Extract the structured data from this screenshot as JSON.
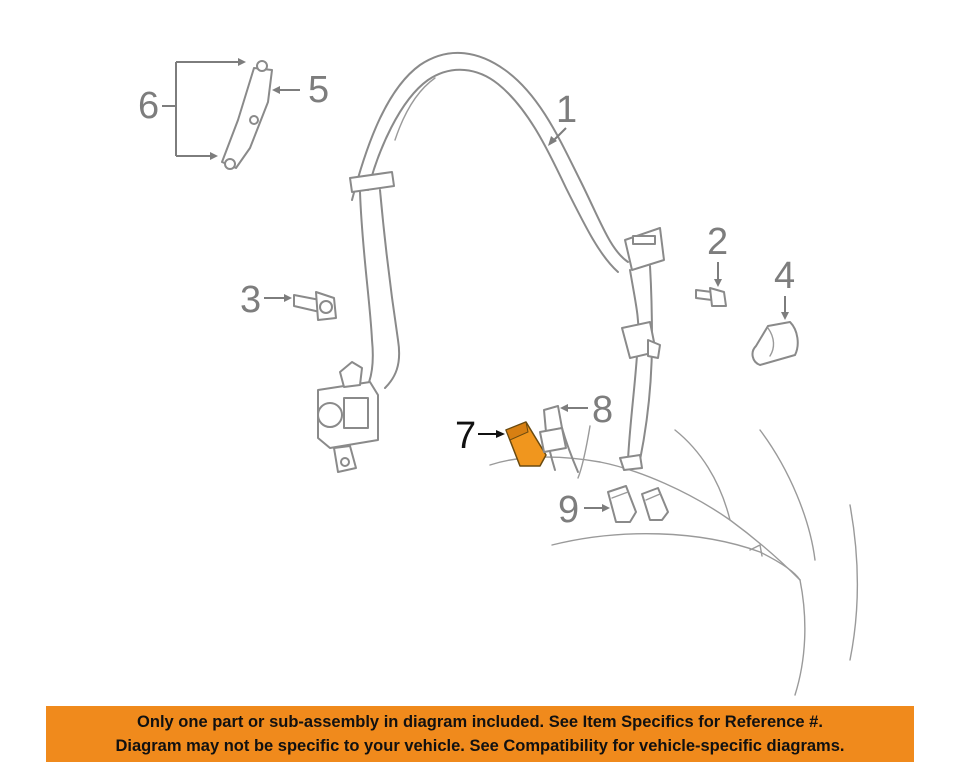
{
  "callouts": [
    {
      "id": "1",
      "label": "1"
    },
    {
      "id": "2",
      "label": "2"
    },
    {
      "id": "3",
      "label": "3"
    },
    {
      "id": "4",
      "label": "4"
    },
    {
      "id": "5",
      "label": "5"
    },
    {
      "id": "6",
      "label": "6"
    },
    {
      "id": "7",
      "label": "7"
    },
    {
      "id": "8",
      "label": "8"
    },
    {
      "id": "9",
      "label": "9"
    }
  ],
  "highlight": {
    "part": "7",
    "color": "#f0961e"
  },
  "colors": {
    "line": "#8a8a8a",
    "label": "#7d7d7d",
    "banner": "#f08a1c"
  },
  "banner": {
    "line1": "Only one part or sub-assembly in diagram included. See Item Specifics for Reference #.",
    "line2": "Diagram may not be specific to your vehicle. See Compatibility for vehicle-specific diagrams."
  }
}
